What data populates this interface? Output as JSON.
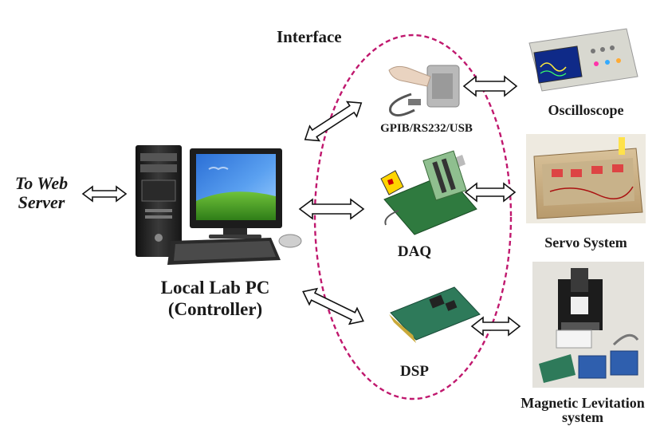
{
  "labels": {
    "interface": "Interface",
    "to_web_server_line1": "To Web",
    "to_web_server_line2": "Server",
    "local_pc_line1": "Local Lab PC",
    "local_pc_line2": "(Controller)",
    "gpib": "GPIB/RS232/USB",
    "daq": "DAQ",
    "dsp": "DSP",
    "oscilloscope": "Oscilloscope",
    "servo": "Servo System",
    "maglev_line1": "Magnetic Levitation",
    "maglev_line2": "system"
  },
  "colors": {
    "ellipse": "#c0186e",
    "arrow": "#111111",
    "text": "#1a1a1a"
  }
}
